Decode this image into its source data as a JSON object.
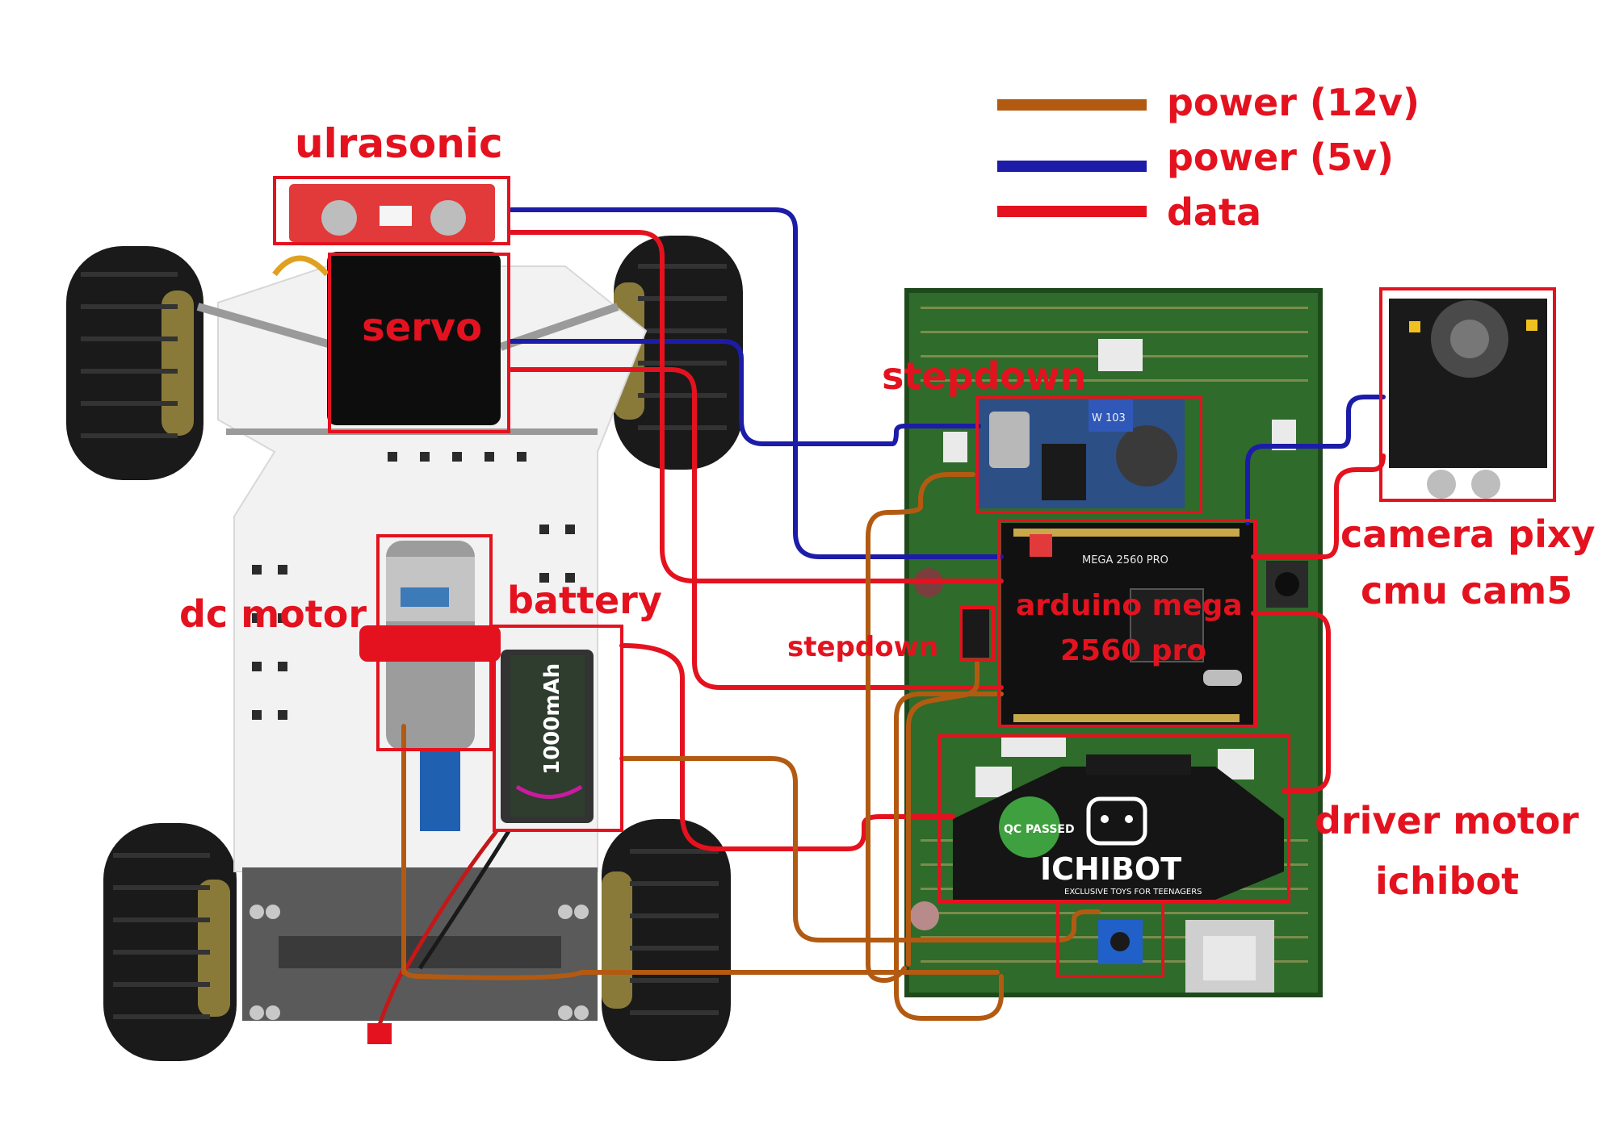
{
  "legend": {
    "power_12v": {
      "label": "power (12v)",
      "color": "#b35a12"
    },
    "power_5v": {
      "label": "power (5v)",
      "color": "#1c1ca8"
    },
    "data": {
      "label": "data",
      "color": "#e4121f"
    }
  },
  "labels": {
    "ultrasonic": "ulrasonic",
    "servo": "servo",
    "dc_motor": "dc motor",
    "battery": "battery",
    "stepdown_top": "stepdown",
    "stepdown_small": "stepdown",
    "arduino_line1": "arduino mega",
    "arduino_line2": "2560 pro",
    "camera_line1": "camera pixy",
    "camera_line2": "cmu cam5",
    "driver_line1": "driver motor",
    "driver_line2": "ichibot"
  },
  "printed": {
    "battery_capacity": "1000mAh",
    "arduino_board": "MEGA 2560 PRO",
    "driver_brand": "ICHIBOT",
    "driver_tagline": "EXCLUSIVE TOYS FOR TEENAGERS",
    "qc_badge": "QC PASSED",
    "stepdown_chip": "W 103"
  },
  "colors": {
    "label_red": "#e4121f",
    "pcb_green": "#2f6b2a",
    "board_black": "#111111",
    "chassis_white": "#f2f2f2",
    "tire_black": "#1a1a1a"
  }
}
